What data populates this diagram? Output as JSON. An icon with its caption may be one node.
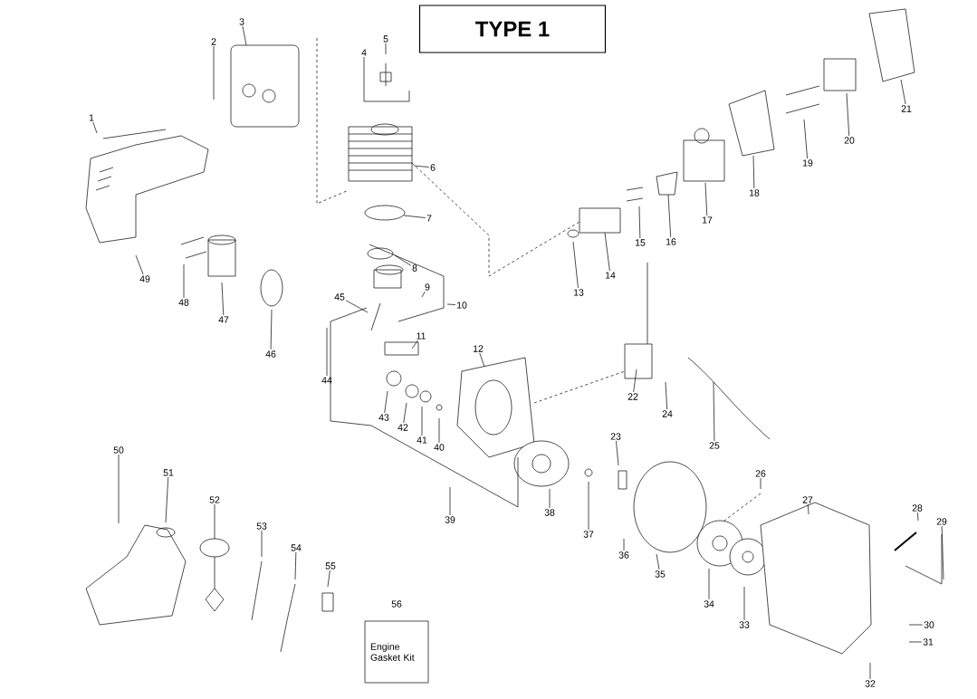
{
  "diagram": {
    "title": "TYPE 1",
    "nodes": [
      {
        "text": [
          "1"
        ]
      },
      {
        "text": [
          "2"
        ]
      },
      {
        "text": [
          "3"
        ]
      },
      {
        "text": [
          "4"
        ]
      },
      {
        "text": [
          "5"
        ]
      },
      {
        "text": [
          "6"
        ]
      },
      {
        "text": [
          "7"
        ]
      },
      {
        "text": [
          "8"
        ]
      },
      {
        "text": [
          "9"
        ]
      },
      {
        "text": [
          "10"
        ]
      },
      {
        "text": [
          "11"
        ]
      },
      {
        "text": [
          "12"
        ]
      },
      {
        "text": [
          "13"
        ]
      },
      {
        "text": [
          "14"
        ]
      },
      {
        "text": [
          "15"
        ]
      },
      {
        "text": [
          "16"
        ]
      },
      {
        "text": [
          "17"
        ]
      },
      {
        "text": [
          "18"
        ]
      },
      {
        "text": [
          "19"
        ]
      },
      {
        "text": [
          "20"
        ]
      },
      {
        "text": [
          "21"
        ]
      },
      {
        "text": [
          "22"
        ]
      },
      {
        "text": [
          "23"
        ]
      },
      {
        "text": [
          "24"
        ]
      },
      {
        "text": [
          "25"
        ]
      },
      {
        "text": [
          "26"
        ]
      },
      {
        "text": [
          "27"
        ]
      },
      {
        "text": [
          "28"
        ]
      },
      {
        "text": [
          "29"
        ]
      },
      {
        "text": [
          "30"
        ]
      },
      {
        "text": [
          "31"
        ]
      },
      {
        "text": [
          "32"
        ]
      },
      {
        "text": [
          "33"
        ]
      },
      {
        "text": [
          "34"
        ]
      },
      {
        "text": [
          "35"
        ]
      },
      {
        "text": [
          "36"
        ]
      },
      {
        "text": [
          "37"
        ]
      },
      {
        "text": [
          "38"
        ]
      },
      {
        "text": [
          "39"
        ]
      },
      {
        "text": [
          "40"
        ]
      },
      {
        "text": [
          "41"
        ]
      },
      {
        "text": [
          "42"
        ]
      },
      {
        "text": [
          "43"
        ]
      },
      {
        "text": [
          "44"
        ]
      },
      {
        "text": [
          "45"
        ]
      },
      {
        "text": [
          "46"
        ]
      },
      {
        "text": [
          "47"
        ]
      },
      {
        "text": [
          "48"
        ]
      },
      {
        "text": [
          "49"
        ]
      },
      {
        "text": [
          "50"
        ]
      },
      {
        "text": [
          "51"
        ]
      },
      {
        "text": [
          "52"
        ]
      },
      {
        "text": [
          "53"
        ]
      },
      {
        "text": [
          "54"
        ]
      },
      {
        "text": [
          "55"
        ]
      },
      {
        "text": [
          "56",
          "Engine Gasket Kit"
        ]
      }
    ],
    "edges": [
      {
        "from": 0,
        "to": null,
        "arrow": "none"
      },
      {
        "from": 1,
        "to": null,
        "arrow": "none"
      },
      {
        "from": 2,
        "to": null,
        "arrow": "none"
      },
      {
        "from": 3,
        "to": null,
        "arrow": "none"
      },
      {
        "from": 4,
        "to": null,
        "arrow": "none"
      },
      {
        "from": 5,
        "to": null,
        "arrow": "none"
      },
      {
        "from": 6,
        "to": null,
        "arrow": "none"
      },
      {
        "from": 7,
        "to": null,
        "arrow": "none"
      },
      {
        "from": 8,
        "to": null,
        "arrow": "none"
      },
      {
        "from": 9,
        "to": null,
        "arrow": "none"
      },
      {
        "from": 10,
        "to": null,
        "arrow": "none"
      },
      {
        "from": 11,
        "to": null,
        "arrow": "none"
      },
      {
        "from": 12,
        "to": null,
        "arrow": "none"
      },
      {
        "from": 13,
        "to": null,
        "arrow": "none"
      },
      {
        "from": 14,
        "to": null,
        "arrow": "none"
      },
      {
        "from": 15,
        "to": null,
        "arrow": "none"
      },
      {
        "from": 16,
        "to": null,
        "arrow": "none"
      },
      {
        "from": 17,
        "to": null,
        "arrow": "none"
      },
      {
        "from": 18,
        "to": null,
        "arrow": "none"
      },
      {
        "from": 19,
        "to": null,
        "arrow": "none"
      },
      {
        "from": 20,
        "to": null,
        "arrow": "none"
      },
      {
        "from": 21,
        "to": null,
        "arrow": "none"
      },
      {
        "from": 22,
        "to": null,
        "arrow": "none"
      },
      {
        "from": 23,
        "to": null,
        "arrow": "none"
      },
      {
        "from": 24,
        "to": null,
        "arrow": "none"
      },
      {
        "from": 25,
        "to": null,
        "arrow": "none"
      },
      {
        "from": 26,
        "to": null,
        "arrow": "none"
      },
      {
        "from": 27,
        "to": null,
        "arrow": "none"
      },
      {
        "from": 28,
        "to": null,
        "arrow": "none"
      },
      {
        "from": 29,
        "to": null,
        "arrow": "none"
      },
      {
        "from": 30,
        "to": null,
        "arrow": "none"
      },
      {
        "from": 31,
        "to": null,
        "arrow": "none"
      },
      {
        "from": 32,
        "to": null,
        "arrow": "none"
      },
      {
        "from": 33,
        "to": null,
        "arrow": "none"
      },
      {
        "from": 34,
        "to": null,
        "arrow": "none"
      },
      {
        "from": 35,
        "to": null,
        "arrow": "none"
      },
      {
        "from": 36,
        "to": null,
        "arrow": "none"
      },
      {
        "from": 37,
        "to": null,
        "arrow": "none"
      },
      {
        "from": 38,
        "to": null,
        "arrow": "none"
      },
      {
        "from": 39,
        "to": null,
        "arrow": "none"
      },
      {
        "from": 40,
        "to": null,
        "arrow": "none"
      },
      {
        "from": 41,
        "to": null,
        "arrow": "none"
      },
      {
        "from": 42,
        "to": null,
        "arrow": "none"
      },
      {
        "from": 43,
        "to": null,
        "arrow": "none"
      },
      {
        "from": 44,
        "to": null,
        "arrow": "none"
      },
      {
        "from": 45,
        "to": null,
        "arrow": "none"
      },
      {
        "from": 46,
        "to": null,
        "arrow": "none"
      },
      {
        "from": 47,
        "to": null,
        "arrow": "none"
      },
      {
        "from": 48,
        "to": null,
        "arrow": "none"
      },
      {
        "from": 49,
        "to": null,
        "arrow": "none"
      },
      {
        "from": 50,
        "to": null,
        "arrow": "none"
      },
      {
        "from": 51,
        "to": null,
        "arrow": "none"
      },
      {
        "from": 52,
        "to": null,
        "arrow": "none"
      },
      {
        "from": 53,
        "to": null,
        "arrow": "none"
      },
      {
        "from": 54,
        "to": null,
        "arrow": "none"
      }
    ]
  }
}
